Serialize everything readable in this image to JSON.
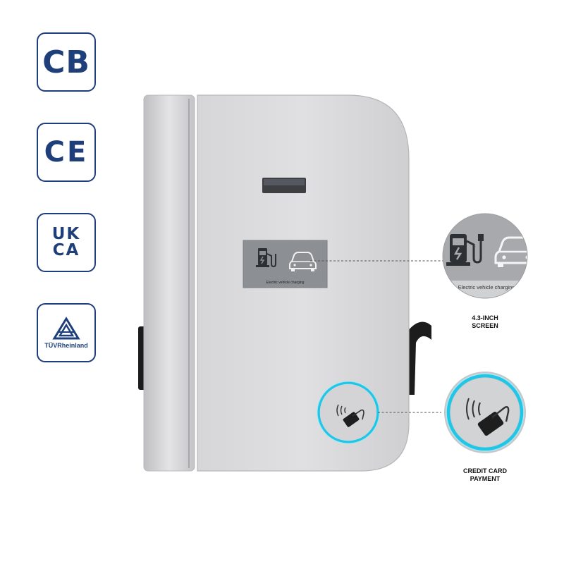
{
  "certifications": [
    {
      "label": "CB"
    },
    {
      "label": "CE"
    },
    {
      "label_line1": "UK",
      "label_line2": "CA"
    },
    {
      "label": "TÜVRheinland"
    }
  ],
  "screen": {
    "caption": "Electric vehicle charging"
  },
  "callouts": [
    {
      "line1": "4.3-INCH",
      "line2": "SCREEN"
    },
    {
      "line1": "CREDIT CARD",
      "line2": "PAYMENT"
    }
  ],
  "colors": {
    "cert_border": "#1f3f7a",
    "body": "#d9d9db",
    "nfc_glow": "#1ec6e8",
    "screen_bg": "#8a8d91"
  }
}
